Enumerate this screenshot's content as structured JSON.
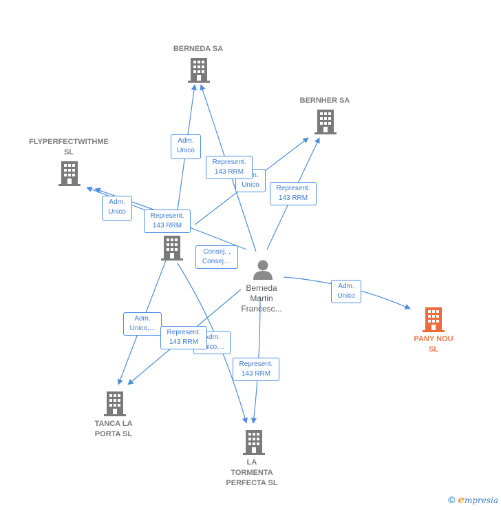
{
  "nodes": {
    "berneda_sa": {
      "label": "BERNEDA SA",
      "type": "company"
    },
    "bernher_sa": {
      "label": "BERNHER SA",
      "type": "company"
    },
    "flyperfect": {
      "label": "FLYPERFECTWITHME\nSL",
      "type": "company"
    },
    "center_company": {
      "label": "",
      "type": "company"
    },
    "person": {
      "label": "Berneda\nMartin\nFrancesc...",
      "type": "person"
    },
    "pany_nou": {
      "label": "PANY NOU\nSL",
      "type": "company-focus"
    },
    "tanca_la_porta": {
      "label": "TANCA LA\nPORTA  SL",
      "type": "company"
    },
    "la_tormenta": {
      "label": "LA\nTORMENTA\nPERFECTA SL",
      "type": "company"
    }
  },
  "edge_labels": {
    "adm_unico_berneda": "Adm.\nUnico",
    "represent_berneda": "Represent.\n143 RRM",
    "adm_unico_bernher": "Adm.\nUnico",
    "represent_bernher": "Represent.\n143 RRM",
    "adm_unico_fly": "Adm.\nUnico",
    "represent_fly": "Represent.\n143 RRM",
    "consej": "Consej. ,\nConsej....",
    "adm_unico_pany": "Adm.\nUnico",
    "adm_unico_tanca": "Adm.\nUnico,...",
    "represent_tanca": "Represent.\n143 RRM",
    "adm_unico_tormenta": "Adm.\nUnico,...",
    "represent_tormenta": "Represent.\n143 RRM"
  },
  "colors": {
    "edge": "#4b8ee0",
    "company_icon": "#7a7a7a",
    "focus_icon": "#ef6a3a",
    "person_icon": "#8a8a8a"
  },
  "footer": {
    "copyright": "©",
    "brand_initial": "e",
    "brand_rest": "mpresia"
  }
}
